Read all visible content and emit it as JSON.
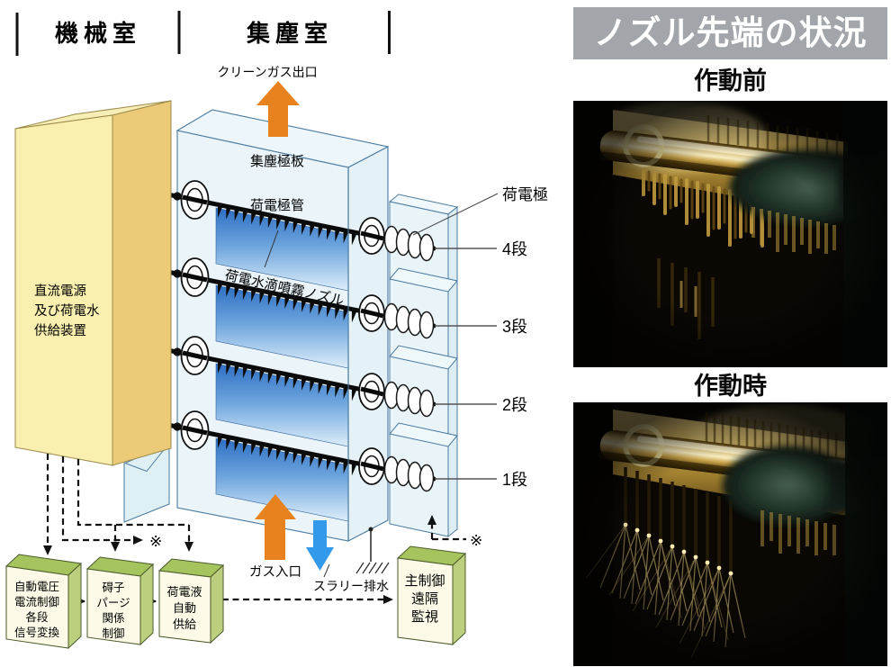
{
  "header": {
    "machine_room": "機械室",
    "dust_collection_room": "集塵室"
  },
  "diagram": {
    "clean_gas_outlet": "クリーンガス出口",
    "collecting_plate": "集塵極板",
    "charging_electrode_pipe": "荷電極管",
    "spray_nozzle": "荷電水滴噴霧ノズル",
    "charging_electrode": "荷電極",
    "stages": [
      "4段",
      "3段",
      "2段",
      "1段"
    ],
    "gas_inlet": "ガス入口",
    "slurry_drain": "スラリー排水",
    "note_mark": "※",
    "power_supply": [
      "直流電源",
      "及び荷電水",
      "供給装置"
    ],
    "control_boxes": {
      "voltage": [
        "自動電圧",
        "電流制御",
        "各段",
        "信号変換"
      ],
      "purge": [
        "碍子",
        "パージ",
        "関係",
        "制御"
      ],
      "liquid": [
        "荷電液",
        "自動",
        "供給"
      ],
      "main": [
        "主制御",
        "遠隔",
        "監視"
      ]
    }
  },
  "photos": {
    "banner_title": "ノズル先端の状況",
    "before_label": "作動前",
    "during_label": "作動時"
  },
  "colors": {
    "arrow_orange": "#e8821f",
    "arrow_blue": "#3399ea",
    "power_box_yellow": "#f9efae",
    "control_box_green_top": "#a6c45e",
    "banner_gray": "#a2a6aa",
    "panel_blue_top": "#2e6fc4",
    "frame_blue": "#dff0f5"
  }
}
